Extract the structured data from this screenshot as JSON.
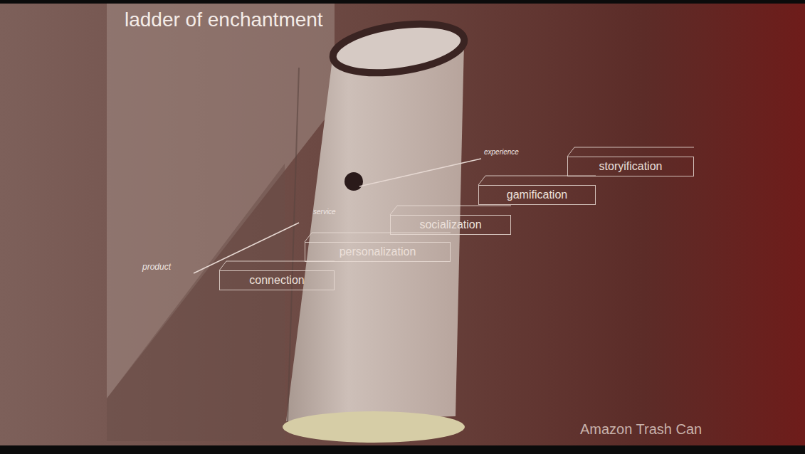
{
  "diagram": {
    "title": "ladder of enchantment",
    "nodes": [
      {
        "text": [
          "connection"
        ]
      },
      {
        "text": [
          "personalization"
        ]
      },
      {
        "text": [
          "socialization"
        ]
      },
      {
        "text": [
          "gamification"
        ]
      },
      {
        "text": [
          "storyification"
        ]
      }
    ],
    "labels": [
      "product",
      "service",
      "experience",
      "Amazon Trash Can"
    ]
  }
}
